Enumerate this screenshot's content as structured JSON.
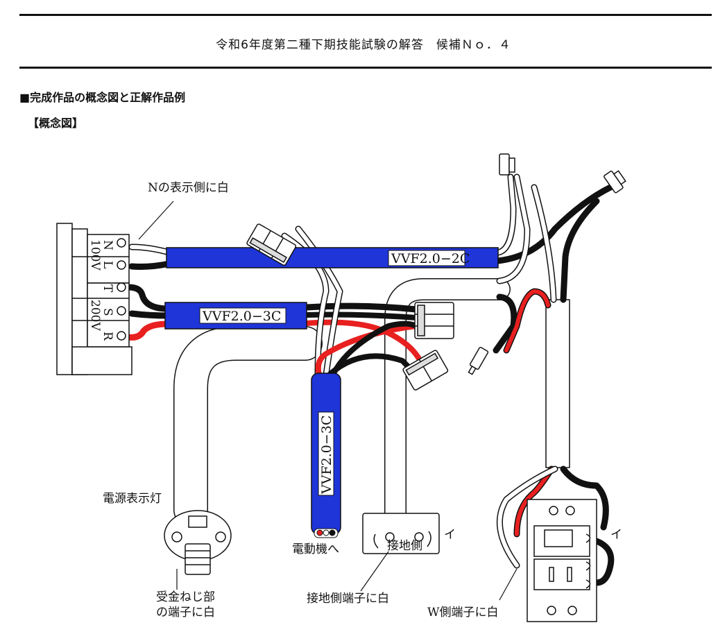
{
  "header": {
    "title": "令和6年度第二種下期技能試験の解答　候補Ｎｏ．４",
    "section": "■完成作品の概念図と正解作品例",
    "subsection": "【概念図】"
  },
  "diagram": {
    "terminal_block": {
      "upper_label": "100V",
      "upper_terminals": [
        "N",
        "L"
      ],
      "lower_label": "200V",
      "lower_terminals": [
        "T",
        "S",
        "R"
      ]
    },
    "cables": {
      "top": "VVF2.0−2C",
      "middle": "VVF2.0−3C",
      "vertical": "VVF2.0−3C"
    },
    "labels": {
      "n_side": "Nの表示側に白",
      "lamp": "電源表示灯",
      "lamp_terminal_line1": "受金ねじ部",
      "lamp_terminal_line2": "の端子に白",
      "motor": "電動機へ",
      "ground_terminal": "接地側端子に白",
      "ground_mark": "接地側",
      "i_receptacle": "イ",
      "i_switch": "イ",
      "w_terminal": "W側端子に白"
    }
  },
  "colors": {
    "vvf_blue": "#1f35d8",
    "wire_red": "#e82020",
    "wire_black": "#111111"
  }
}
